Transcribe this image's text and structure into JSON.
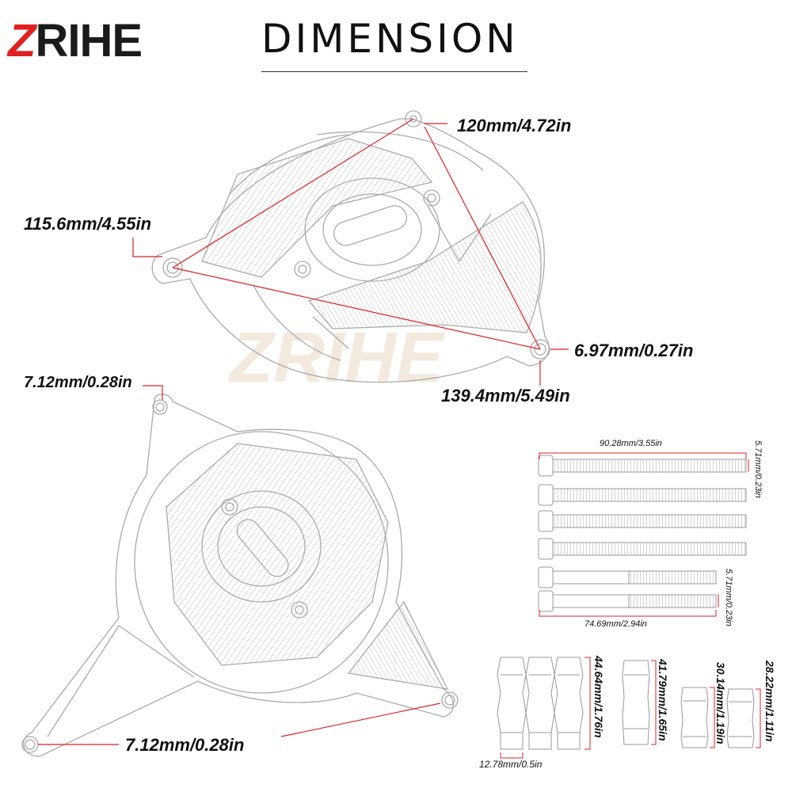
{
  "brand": {
    "logo_mark": "Z",
    "logo_text": "RIHE",
    "watermark": "ZRIHE"
  },
  "title": "DIMENSION",
  "colors": {
    "accent": "#e02020",
    "line": "#999999",
    "text": "#111111"
  },
  "measurements": {
    "top_hole_span": "120mm/4.72in",
    "left_hole_span": "115.6mm/4.55in",
    "hole_diameter_right": "6.97mm/0.27in",
    "diagonal_span": "139.4mm/5.49in",
    "hole_diameter_upper_left": "7.12mm/0.28in",
    "hole_diameter_lower": "7.12mm/0.28in"
  },
  "bolts": {
    "long_length": "90.28mm/3.55in",
    "long_diameter": "5.71mm/0.23in",
    "short_length": "74.69mm/2.94in",
    "short_diameter": "5.71mm/0.23in"
  },
  "spacers": {
    "large_height": "44.64mm/1.76in",
    "large_diameter": "12.78mm/0.5in",
    "medium_height": "41.79mm/1.65in",
    "small_height": "30.14mm/1.19in",
    "smallest_height": "28.22mm/1.11in"
  }
}
